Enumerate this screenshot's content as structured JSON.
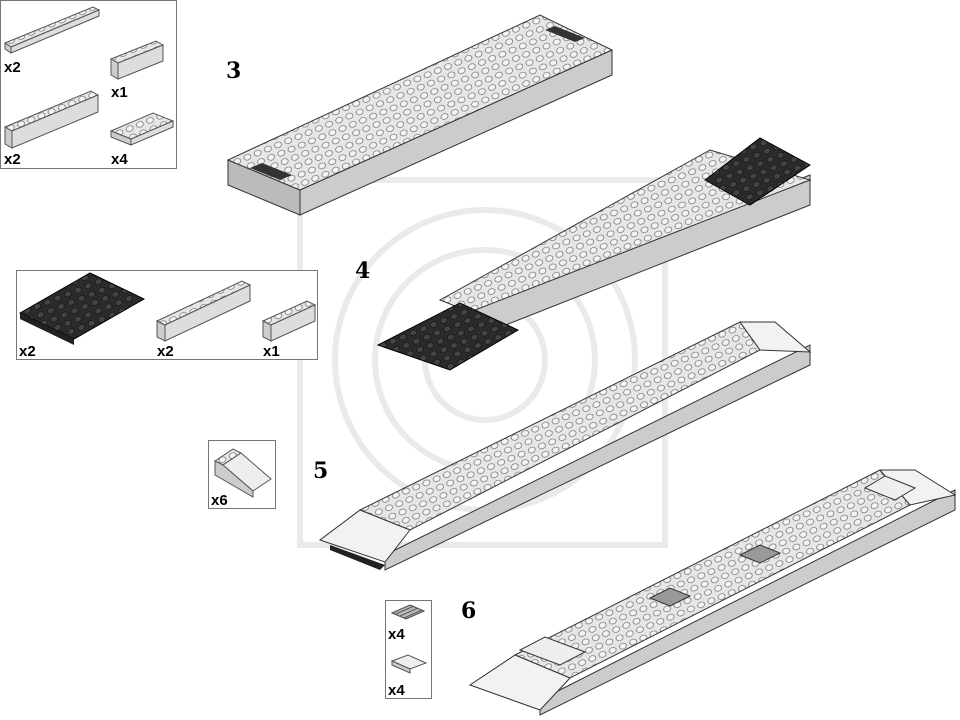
{
  "page": {
    "background": "#ffffff",
    "part_color_light": "#d8d8d8",
    "part_color_dark": "#333333"
  },
  "steps": [
    {
      "number": "3",
      "parts": [
        {
          "name": "plate-1x8",
          "qty": "x2"
        },
        {
          "name": "brick-1x4",
          "qty": "x1"
        },
        {
          "name": "brick-1x8",
          "qty": "x2"
        },
        {
          "name": "plate-2x4",
          "qty": "x4"
        }
      ]
    },
    {
      "number": "4",
      "parts": [
        {
          "name": "plate-4x6-black",
          "qty": "x2"
        },
        {
          "name": "brick-1x6",
          "qty": "x2"
        },
        {
          "name": "brick-1x4",
          "qty": "x1"
        }
      ]
    },
    {
      "number": "5",
      "parts": [
        {
          "name": "slope-2x4",
          "qty": "x6"
        }
      ]
    },
    {
      "number": "6",
      "parts": [
        {
          "name": "grille-tile-1x2",
          "qty": "x4"
        },
        {
          "name": "tile-2x2",
          "qty": "x4"
        }
      ]
    }
  ]
}
